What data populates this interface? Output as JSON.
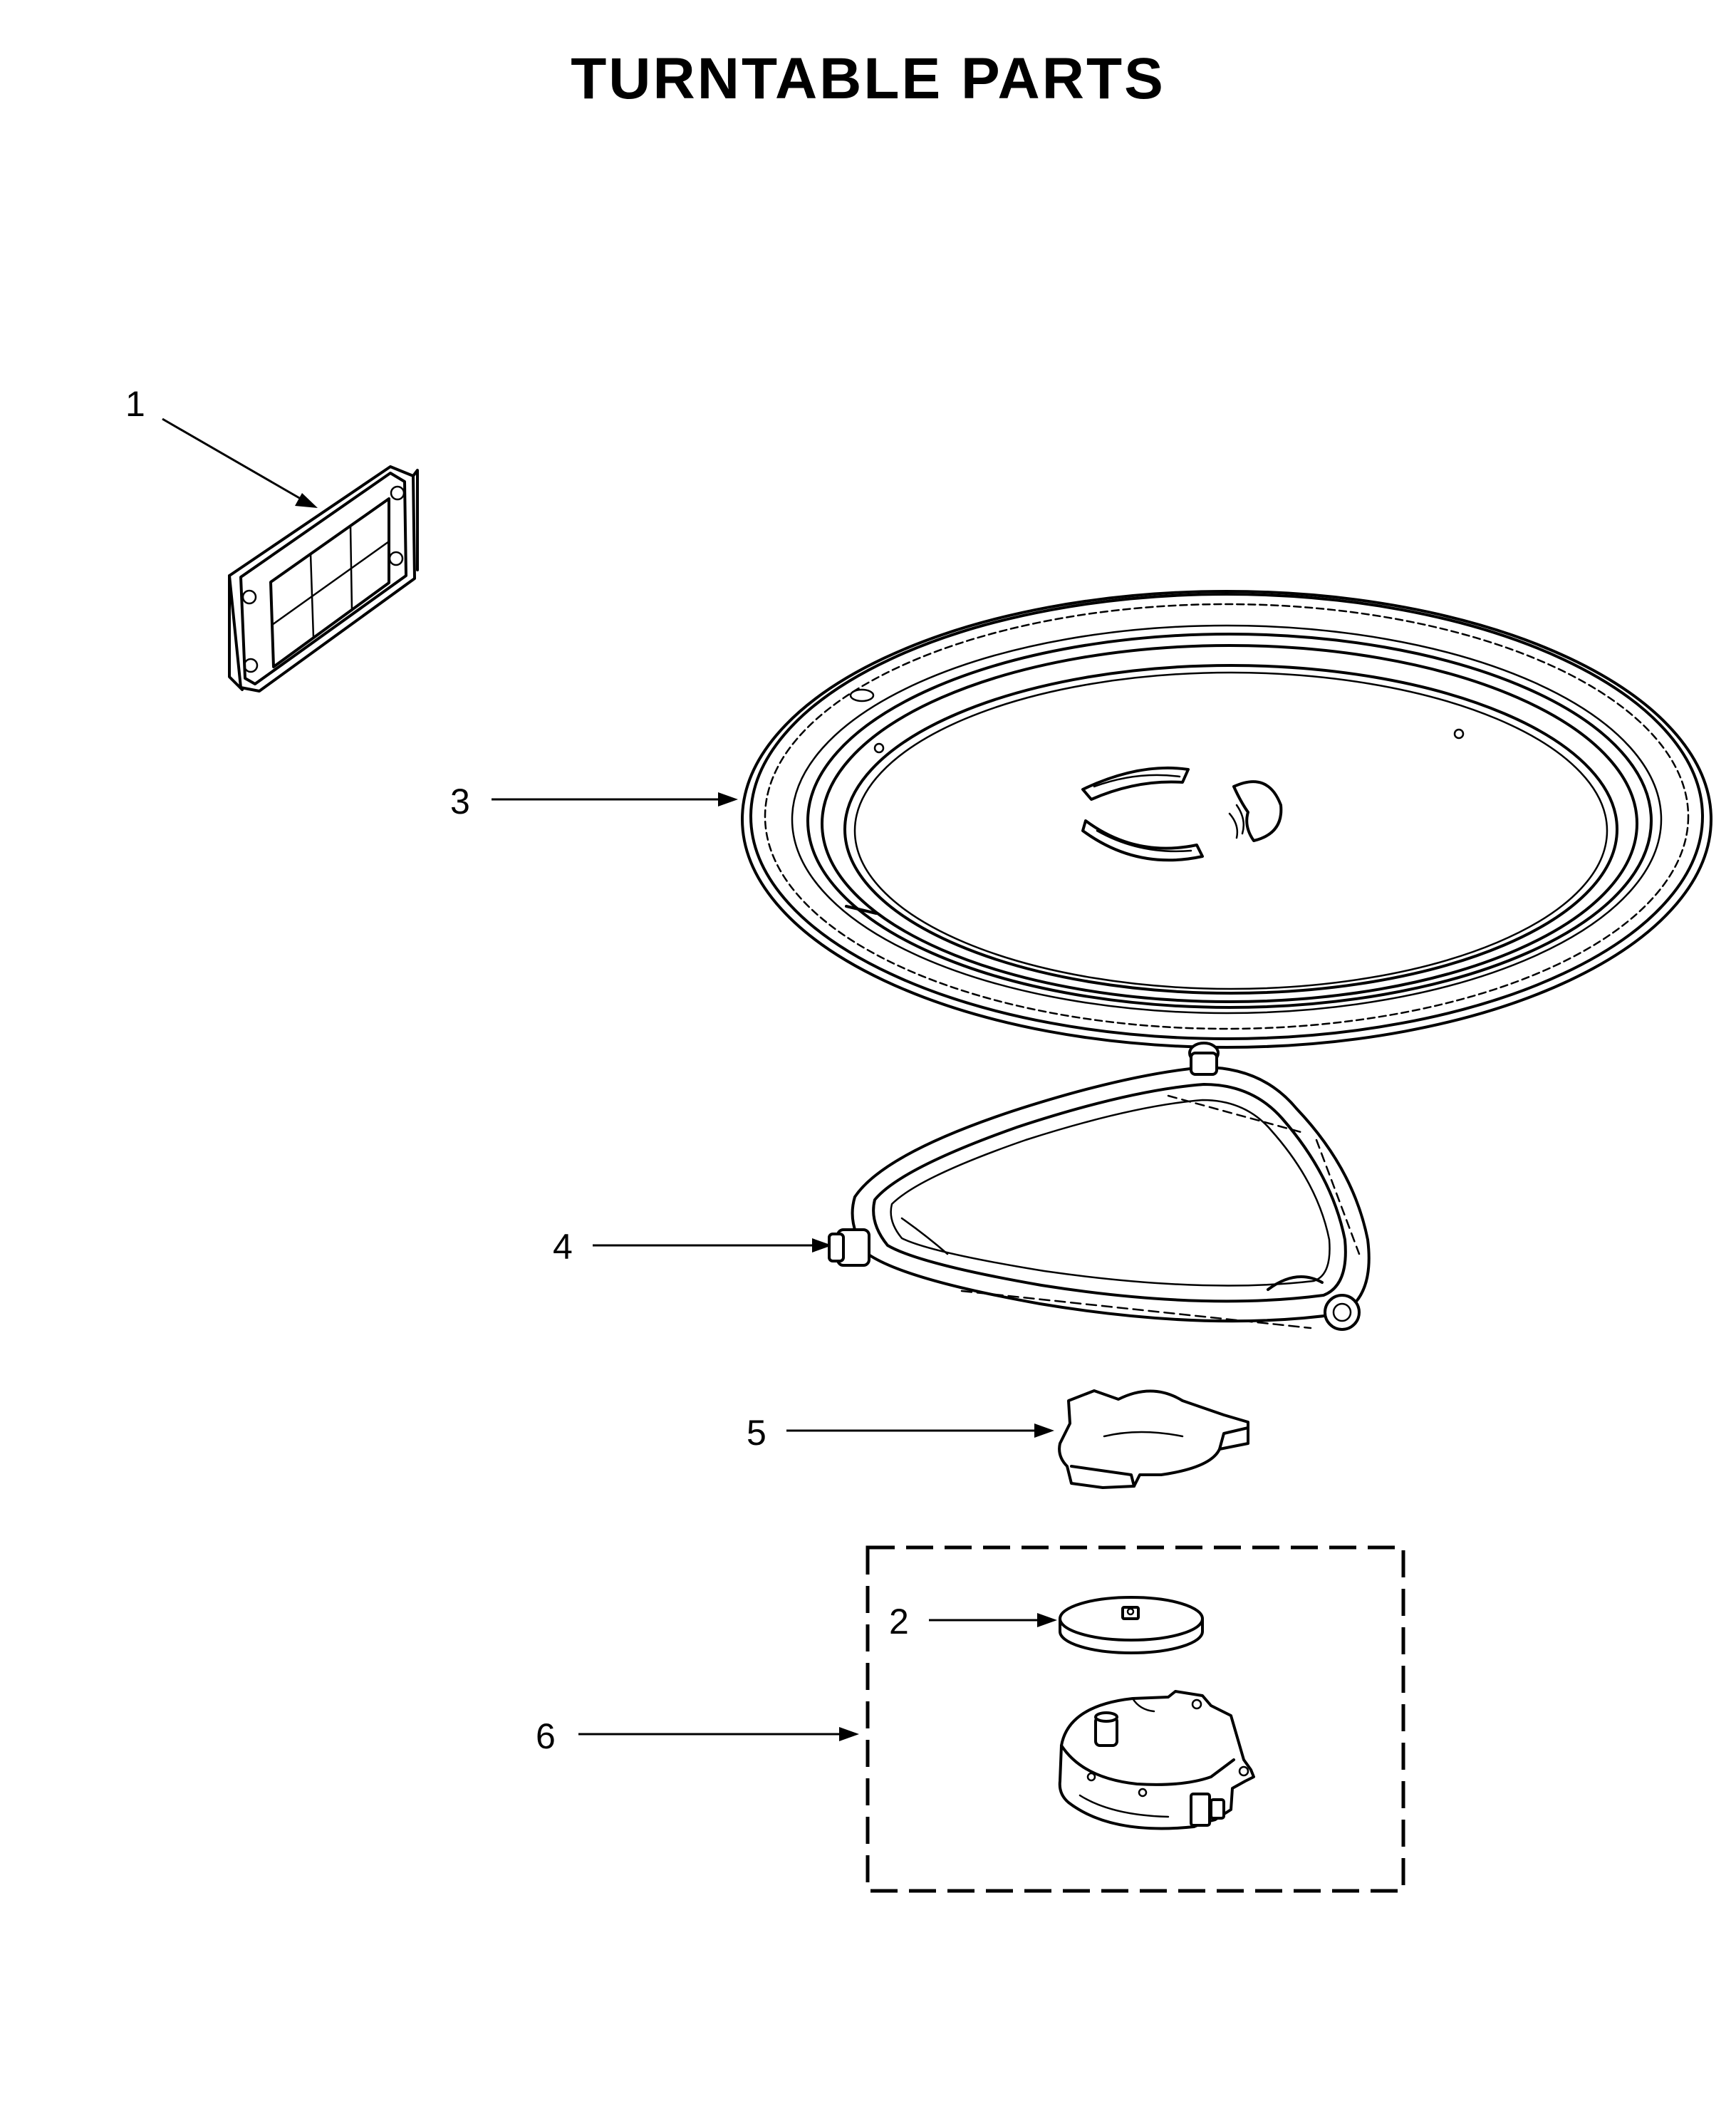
{
  "page_title": "TURNTABLE PARTS",
  "callouts": {
    "c1": "1",
    "c2": "2",
    "c3": "3",
    "c4": "4",
    "c5": "5",
    "c6": "6"
  }
}
